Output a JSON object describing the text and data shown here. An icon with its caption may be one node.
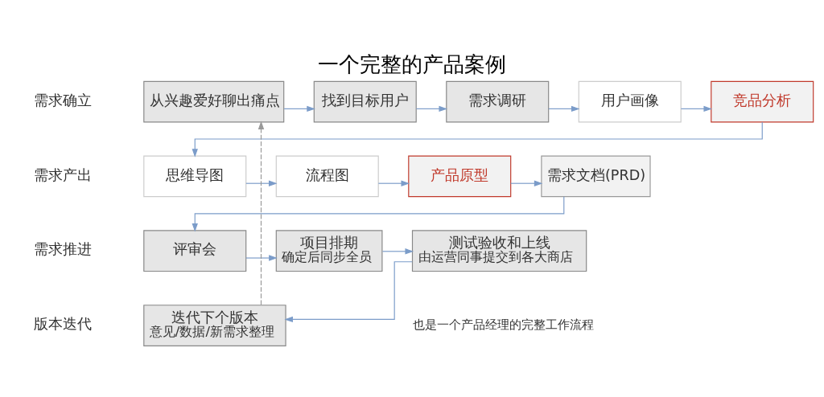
{
  "diagram": {
    "title": "一个完整的产品案例",
    "nodes": [
      {
        "text": [
          "从兴趣爱好聊出痛点"
        ]
      },
      {
        "text": [
          "找到目标用户"
        ]
      },
      {
        "text": [
          "需求调研"
        ]
      },
      {
        "text": [
          "用户画像"
        ]
      },
      {
        "text": [
          "竞品分析"
        ]
      },
      {
        "text": [
          "思维导图"
        ]
      },
      {
        "text": [
          "流程图"
        ]
      },
      {
        "text": [
          "产品原型"
        ]
      },
      {
        "text": [
          "需求文档(PRD)"
        ]
      },
      {
        "text": [
          "评审会"
        ]
      },
      {
        "text": [
          "项目排期",
          "确定后同步全员"
        ]
      },
      {
        "text": [
          "测试验收和上线",
          "由运营同事提交到各大商店"
        ]
      },
      {
        "text": [
          "迭代下个版本",
          "意见/数据/新需求整理"
        ]
      }
    ],
    "edges": [
      {
        "from": 0,
        "to": 1,
        "arrow": "to"
      },
      {
        "from": 1,
        "to": 2,
        "arrow": "to"
      },
      {
        "from": 2,
        "to": 3,
        "arrow": "to"
      },
      {
        "from": 3,
        "to": 4,
        "arrow": "to"
      },
      {
        "from": 4,
        "to": 5,
        "arrow": "to"
      },
      {
        "from": 5,
        "to": 6,
        "arrow": "to"
      },
      {
        "from": 6,
        "to": 7,
        "arrow": "to"
      },
      {
        "from": 7,
        "to": 8,
        "arrow": "to"
      },
      {
        "from": 8,
        "to": 9,
        "arrow": "to"
      },
      {
        "from": 9,
        "to": 10,
        "arrow": "to"
      },
      {
        "from": 10,
        "to": 11,
        "arrow": "to"
      },
      {
        "from": 11,
        "to": 12,
        "arrow": "to"
      },
      {
        "from": 12,
        "to": 0,
        "arrow": "to",
        "style": "dashed",
        "color": "#999999"
      }
    ],
    "labels": [
      "需求确立",
      "需求产出",
      "需求推进",
      "版本迭代",
      "也是一个产品经理的完整工作流程"
    ]
  }
}
